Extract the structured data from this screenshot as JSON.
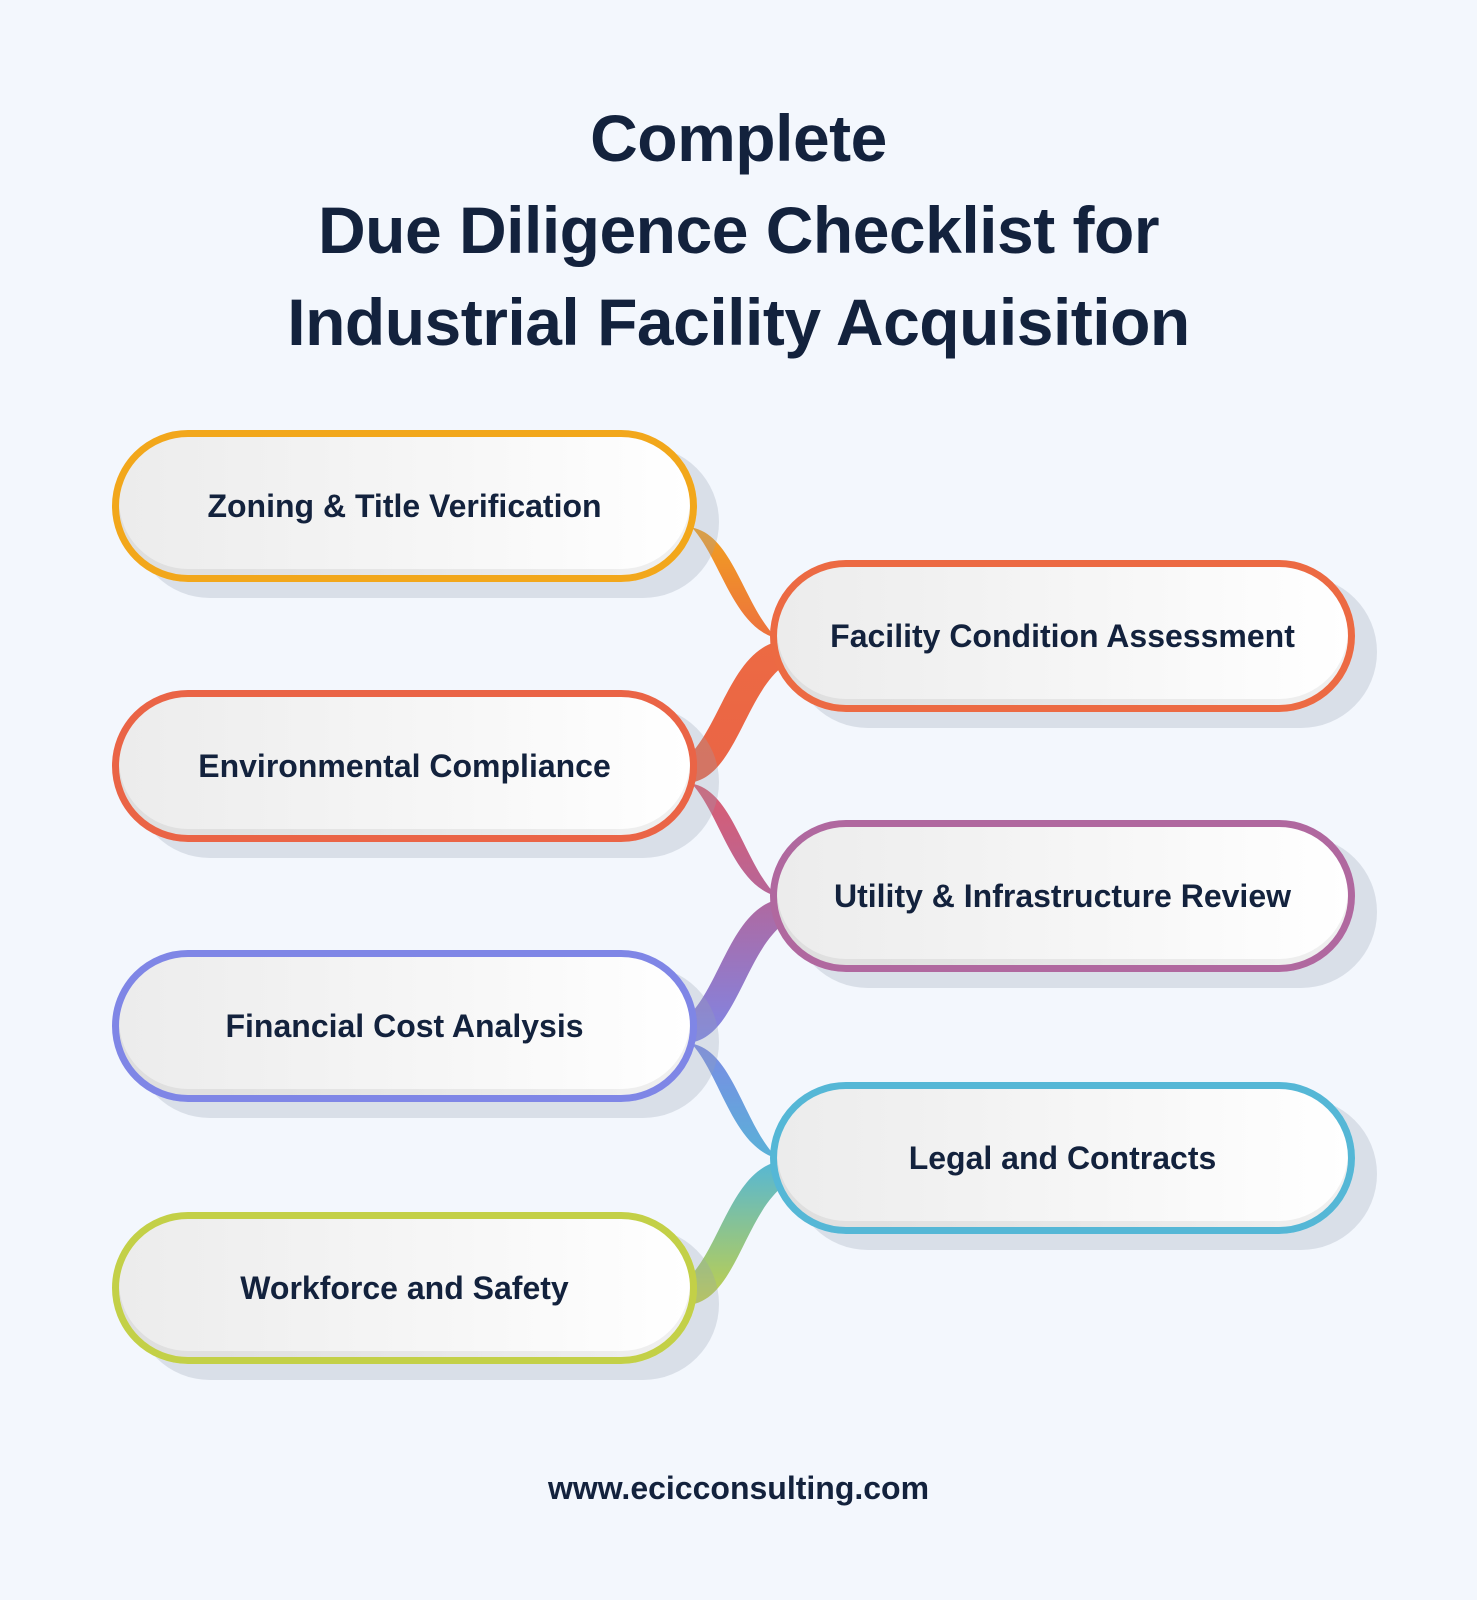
{
  "title": {
    "line1": "Complete",
    "line2": "Due Diligence Checklist for",
    "line3": "Industrial Facility Acquisition"
  },
  "items": [
    {
      "label": "Zoning & Title Verification",
      "color": "#f2a71b"
    },
    {
      "label": "Facility Condition Assessment",
      "color": "#ec6a43"
    },
    {
      "label": "Environmental Compliance",
      "color": "#ea6446"
    },
    {
      "label": "Utility & Infrastructure Review",
      "color": "#b0689f"
    },
    {
      "label": "Financial Cost Analysis",
      "color": "#7f86e6"
    },
    {
      "label": "Legal and Contracts",
      "color": "#55b7d6"
    },
    {
      "label": "Workforce and Safety",
      "color": "#c3d047"
    }
  ],
  "footer": "www.ecicconsulting.com"
}
